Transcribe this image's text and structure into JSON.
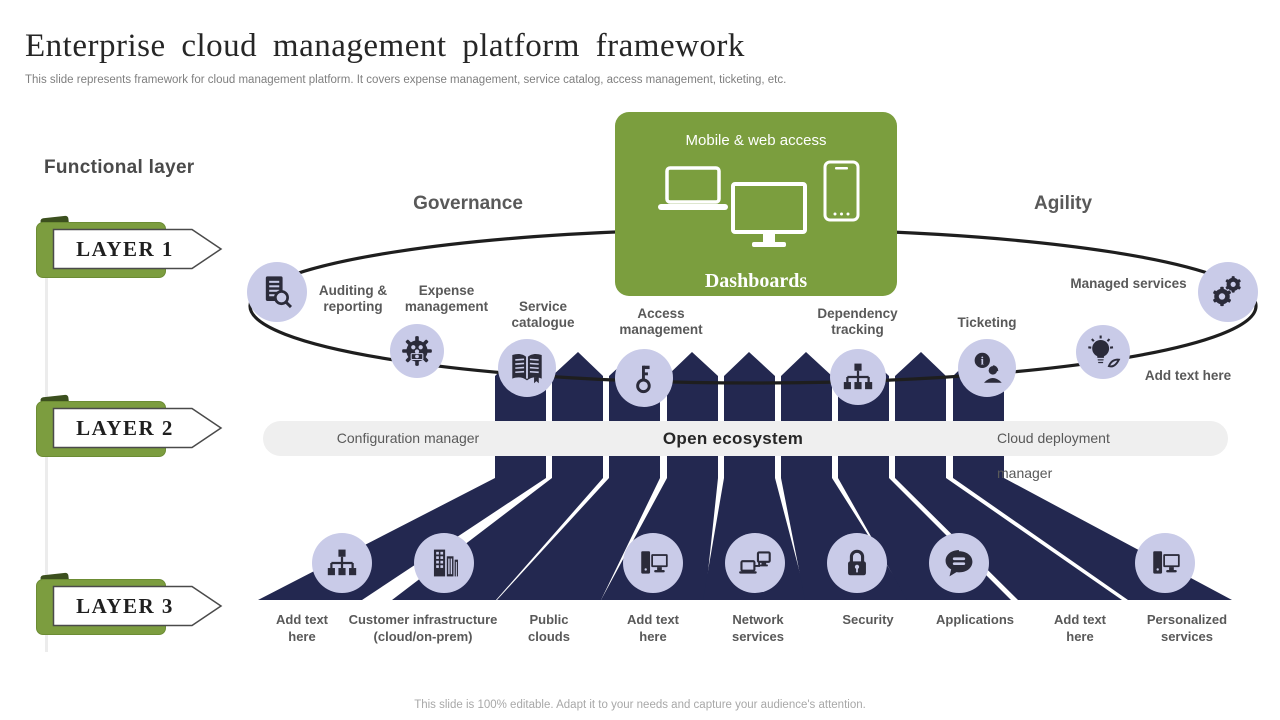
{
  "slide": {
    "title": "Enterprise cloud management platform framework",
    "subtitle": "This slide represents framework for cloud management platform. It covers expense management, service catalog, access management, ticketing, etc.",
    "footer": "This slide is 100% editable. Adapt it to your needs and capture your audience's attention."
  },
  "left_panel": {
    "heading": "Functional layer",
    "layers": [
      {
        "label": "LAYER 1"
      },
      {
        "label": "LAYER 2"
      },
      {
        "label": "LAYER 3"
      }
    ]
  },
  "diagram": {
    "governance_label": "Governance",
    "agility_label": "Agility",
    "dashboard_box": {
      "top_label": "Mobile & web access",
      "bottom_label": "Dashboards",
      "icons": [
        "laptop-icon",
        "desktop-icon",
        "smartphone-icon"
      ]
    },
    "band": {
      "left": "Configuration manager",
      "center": "Open ecosystem",
      "right": "Cloud deployment manager"
    },
    "ring_items": [
      {
        "label": "Auditing & reporting",
        "icon": "audit-report-icon"
      },
      {
        "label": "Expense management",
        "icon": "expense-gear-icon"
      },
      {
        "label": "Service catalogue",
        "icon": "open-book-icon"
      },
      {
        "label": "Access management",
        "icon": "key-icon"
      },
      {
        "label": "Dependency tracking",
        "icon": "hierarchy-icon"
      },
      {
        "label": "Ticketing",
        "icon": "support-person-icon"
      },
      {
        "label": "Add text here",
        "icon": "idea-bulb-icon"
      },
      {
        "label": "Managed services",
        "icon": "gears-icon"
      }
    ],
    "floor_items": [
      {
        "label": "Add text here",
        "icon": "hierarchy-icon"
      },
      {
        "label": "Customer infrastructure (cloud/on-prem)",
        "icon": "buildings-icon"
      },
      {
        "label": "Public clouds",
        "icon": null
      },
      {
        "label": "Add text here",
        "icon": "pc-monitor-icon"
      },
      {
        "label": "Network services",
        "icon": "devices-network-icon"
      },
      {
        "label": "Security",
        "icon": "lock-icon"
      },
      {
        "label": "Applications",
        "icon": "chat-bubble-icon"
      },
      {
        "label": "Add text here",
        "icon": null
      },
      {
        "label": "Personalized services",
        "icon": "pc-monitor-icon"
      }
    ],
    "colors": {
      "navy": "#232850",
      "lavender": "#c9cbe8",
      "green": "#7b9e3e",
      "band_gray": "#efefef",
      "icon_dark": "#2b2b3a"
    }
  }
}
